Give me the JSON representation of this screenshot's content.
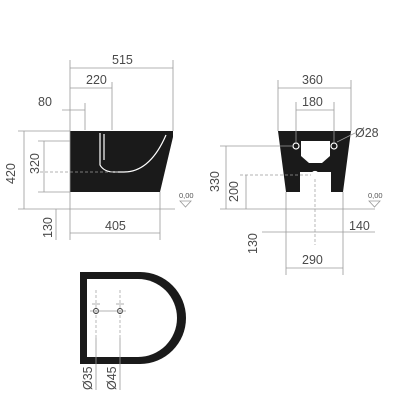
{
  "side_view": {
    "dims": {
      "overall_depth": "515",
      "bowl_offset": "220",
      "inlet_offset": "80",
      "total_height": "420",
      "inlet_height": "320",
      "base_depth": "405",
      "floor_to_outlet": "130"
    },
    "level_mark": "0,00"
  },
  "front_view": {
    "dims": {
      "width": "360",
      "fixing_spacing": "180",
      "fixing_diameter": "Ø28",
      "fixing_height": "330",
      "outlet_height": "200",
      "outlet_offset_left": "130",
      "outlet_offset_right": "140",
      "base_width": "290"
    },
    "level_mark": "0,00"
  },
  "top_view": {
    "dims": {
      "hole_1": "Ø35",
      "hole_2": "Ø45"
    }
  }
}
